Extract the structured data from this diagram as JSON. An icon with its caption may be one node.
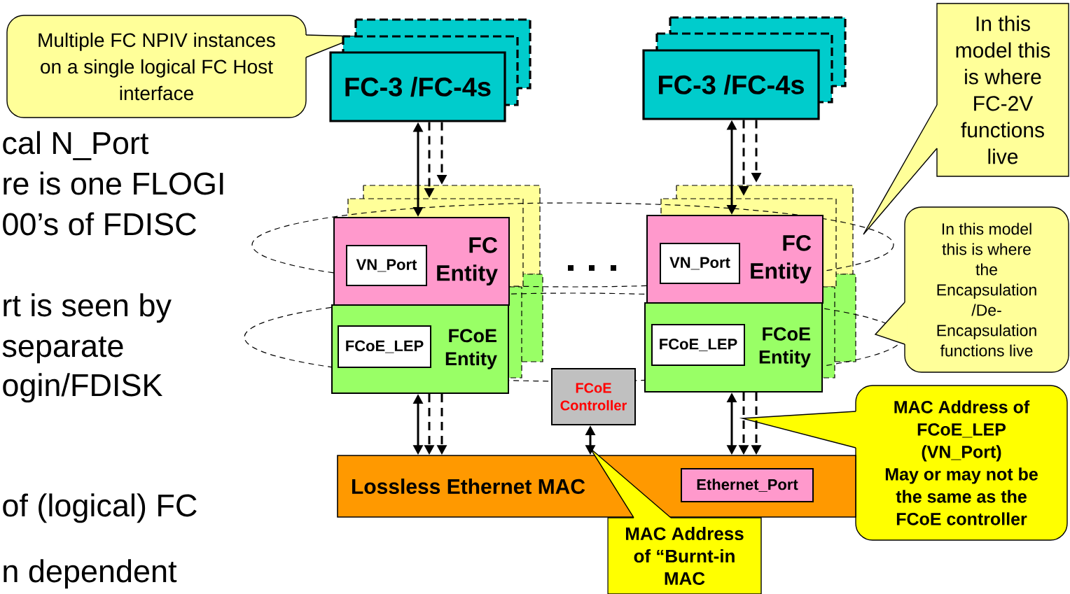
{
  "diagram": {
    "nodes": [
      {
        "text": [
          "Multiple FC NPIV instances on a single logical FC Host interface"
        ]
      },
      {
        "text": [
          "FC-3 /FC-4s"
        ]
      },
      {
        "text": [
          "FC-3 /FC-4s"
        ]
      },
      {
        "text": [
          "In this model this is where FC-2V functions live"
        ]
      },
      {
        "text": [
          "FC Entity"
        ]
      },
      {
        "text": [
          "VN_Port"
        ],
        "in": 4
      },
      {
        "text": [
          "FCoE Entity"
        ]
      },
      {
        "text": [
          "FCoE_LEP"
        ],
        "in": 6
      },
      {
        "text": [
          "FC Entity"
        ]
      },
      {
        "text": [
          "VN_Port"
        ],
        "in": 8
      },
      {
        "text": [
          "FCoE Entity"
        ]
      },
      {
        "text": [
          "FCoE_LEP"
        ],
        "in": 10
      },
      {
        "text": [
          "In this model this is where the Encapsulation /De-Encapsulation functions live"
        ]
      },
      {
        "text": [
          "FCoE Controller"
        ]
      },
      {
        "text": [
          "MAC Address of FCoE_LEP (VN_Port)",
          "May or may not be the same as the FCoE controller"
        ]
      },
      {
        "text": [
          "Lossless Ethernet MAC"
        ]
      },
      {
        "text": [
          "Ethernet_Port"
        ],
        "in": 15
      },
      {
        "text": [
          "MAC Address of “Burnt-in MAC"
        ]
      }
    ],
    "edges": [
      {
        "from": 1,
        "to": 4,
        "arrow": "both"
      },
      {
        "from": 1,
        "to": 4,
        "arrow": "to",
        "style": "dashed"
      },
      {
        "from": 1,
        "to": 4,
        "arrow": "to",
        "style": "dashed"
      },
      {
        "from": 6,
        "to": 15,
        "arrow": "both"
      },
      {
        "from": 6,
        "to": 15,
        "arrow": "to",
        "style": "dashed"
      },
      {
        "from": 6,
        "to": 15,
        "arrow": "to",
        "style": "dashed"
      },
      {
        "from": 2,
        "to": 8,
        "arrow": "both"
      },
      {
        "from": 2,
        "to": 8,
        "arrow": "to",
        "style": "dashed"
      },
      {
        "from": 2,
        "to": 8,
        "arrow": "to",
        "style": "dashed"
      },
      {
        "from": 10,
        "to": 15,
        "arrow": "both"
      },
      {
        "from": 10,
        "to": 15,
        "arrow": "to",
        "style": "dashed"
      },
      {
        "from": 10,
        "to": 15,
        "arrow": "to",
        "style": "dashed"
      },
      {
        "from": 13,
        "to": 15,
        "arrow": "both"
      }
    ],
    "labels": [
      "cal N_Port",
      "re is one FLOGI",
      "00’s of FDISC",
      "rt is seen by",
      "separate",
      "ogin/FDISK",
      "of (logical) FC",
      "n dependent"
    ]
  }
}
